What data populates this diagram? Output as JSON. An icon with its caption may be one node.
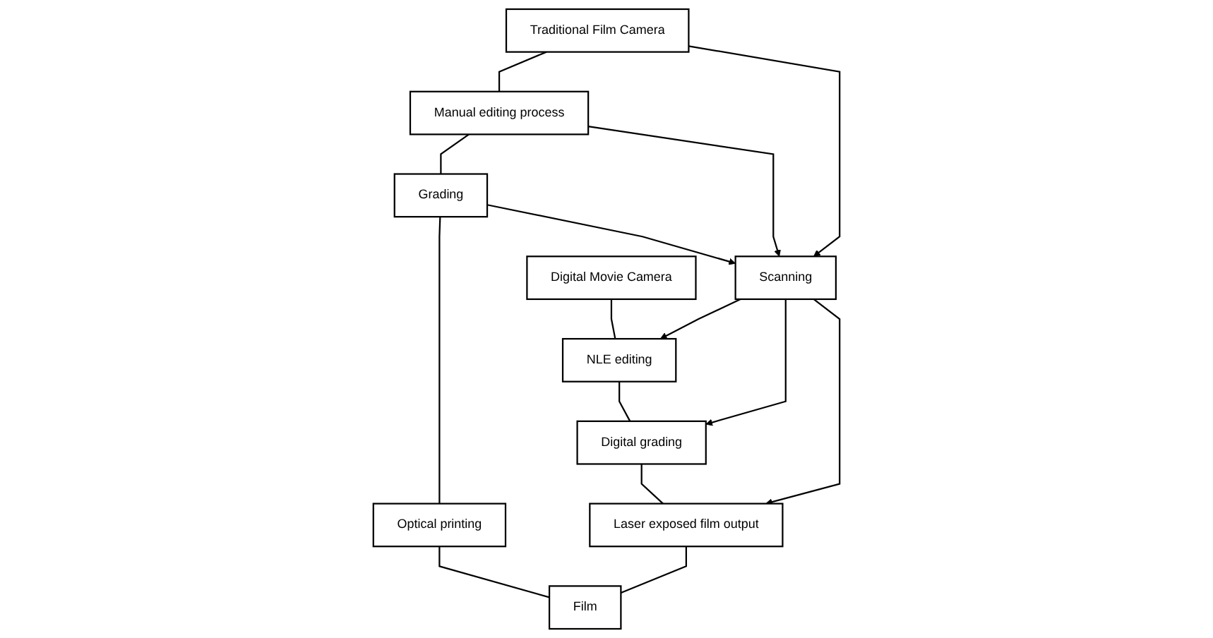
{
  "diagram": {
    "nodes": [
      {
        "text": [
          "Traditional Film Camera"
        ]
      },
      {
        "text": [
          "Manual editing process"
        ]
      },
      {
        "text": [
          "Grading"
        ]
      },
      {
        "text": [
          "Optical printing"
        ]
      },
      {
        "text": [
          "Scanning"
        ]
      },
      {
        "text": [
          "Film"
        ]
      },
      {
        "text": [
          "Digital Movie Camera"
        ]
      },
      {
        "text": [
          "NLE editing"
        ]
      },
      {
        "text": [
          "Digital grading"
        ]
      },
      {
        "text": [
          "Laser exposed film output"
        ]
      }
    ],
    "edges": [
      {
        "from": 0,
        "to": 1,
        "arrow": "none"
      },
      {
        "from": 1,
        "to": 2,
        "arrow": "none"
      },
      {
        "from": 2,
        "to": 3,
        "arrow": "none"
      },
      {
        "from": 3,
        "to": 5,
        "arrow": "none"
      },
      {
        "from": 0,
        "to": 4,
        "arrow": "to"
      },
      {
        "from": 1,
        "to": 4,
        "arrow": "to"
      },
      {
        "from": 2,
        "to": 4,
        "arrow": "to"
      },
      {
        "from": 4,
        "to": 7,
        "arrow": "to"
      },
      {
        "from": 4,
        "to": 8,
        "arrow": "to"
      },
      {
        "from": 4,
        "to": 9,
        "arrow": "to"
      },
      {
        "from": 6,
        "to": 7,
        "arrow": "none"
      },
      {
        "from": 7,
        "to": 8,
        "arrow": "none"
      },
      {
        "from": 8,
        "to": 9,
        "arrow": "none"
      },
      {
        "from": 9,
        "to": 5,
        "arrow": "none"
      }
    ]
  }
}
